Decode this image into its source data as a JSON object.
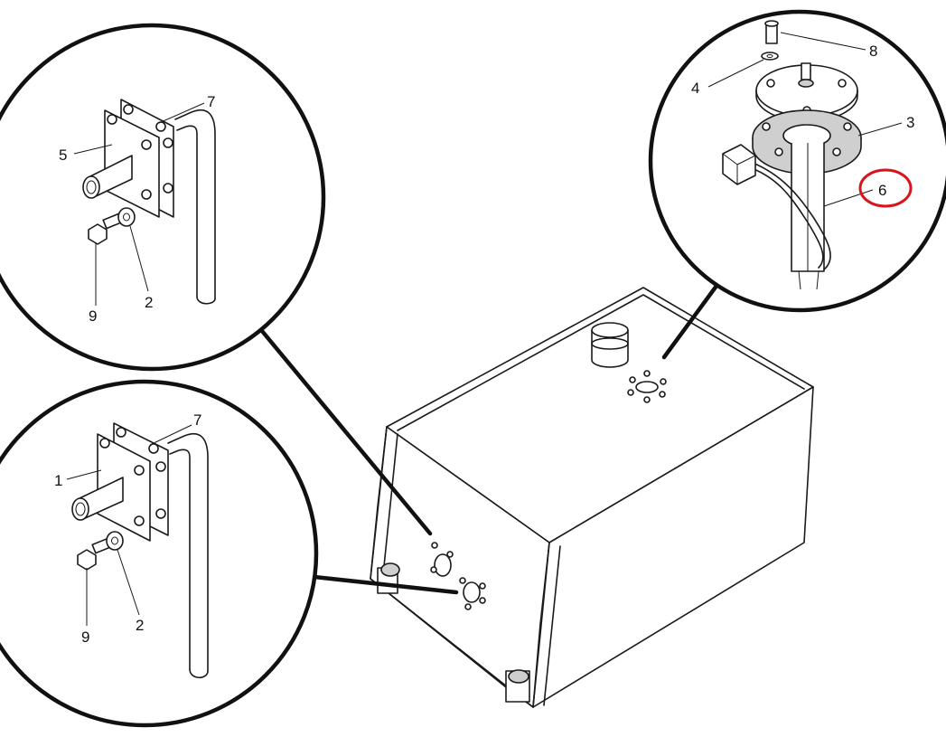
{
  "colors": {
    "line": "#1a1a1a",
    "highlight": "#d8141c",
    "background": "#ffffff"
  },
  "callouts": {
    "top_left": {
      "labels": [
        "5",
        "7",
        "9",
        "2"
      ]
    },
    "bottom_left": {
      "labels": [
        "1",
        "7",
        "9",
        "2"
      ]
    },
    "top_right": {
      "labels": [
        "8",
        "4",
        "3",
        "6"
      ]
    }
  },
  "highlighted_label": "6"
}
